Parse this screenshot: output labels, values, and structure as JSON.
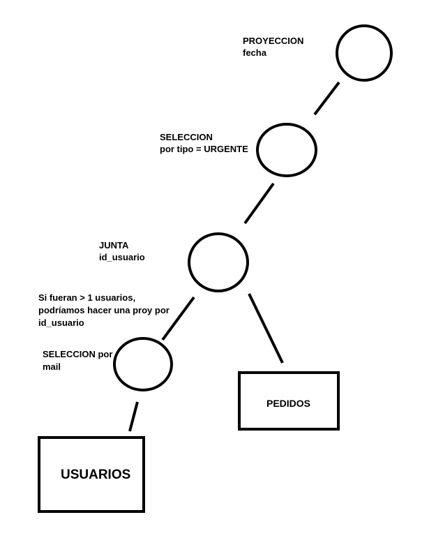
{
  "nodes": {
    "proyeccion": {
      "line1": "PROYECCION",
      "line2": "fecha"
    },
    "seleccion_tipo": {
      "line1": "SELECCION",
      "line2": "por tipo = URGENTE"
    },
    "junta": {
      "line1": "JUNTA",
      "line2": "id_usuario"
    },
    "seleccion_mail": {
      "line1": "SELECCION por",
      "line2": "mail"
    },
    "usuarios": {
      "label": "USUARIOS"
    },
    "pedidos": {
      "label": "PEDIDOS"
    }
  },
  "note": {
    "line1": "Si fueran > 1 usuarios,",
    "line2": "podríamos hacer una proy por",
    "line3": "id_usuario"
  }
}
